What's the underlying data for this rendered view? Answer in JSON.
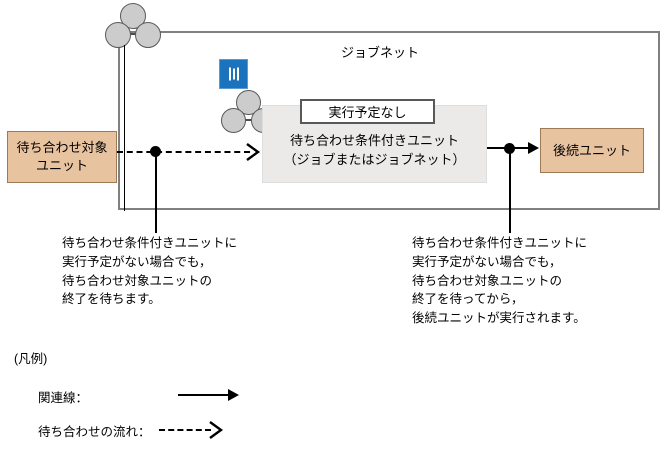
{
  "diagram": {
    "jobnet": {
      "label": "ジョブネット",
      "frame_color": "#808080"
    },
    "units": {
      "wait_target": {
        "label": "待ち合わせ対象\nユニット",
        "fill": "#e8c3a0"
      },
      "conditional": {
        "label": "待ち合わせ条件付きユニット\n（ジョブまたはジョブネット）",
        "fill": "#eceae9"
      },
      "successor": {
        "label": "後続ユニット",
        "fill": "#e8c3a0"
      }
    },
    "callout": {
      "no_schedule": "実行予定なし"
    },
    "icons": {
      "jobnet_icon": "jobnet-three-circles-icon",
      "schedule_icon": "blue-schedule-icon",
      "schedule_icon_color": "#1b72bd"
    },
    "annotations": {
      "left": "待ち合わせ条件付きユニットに\n実行予定がない場合でも，\n待ち合わせ対象ユニットの\n終了を待ちます。",
      "right": "待ち合わせ条件付きユニットに\n実行予定がない場合でも，\n待ち合わせ対象ユニットの\n終了を待ってから，\n後続ユニットが実行されます。"
    },
    "legend": {
      "title": "(凡例)",
      "items": [
        {
          "label": "関連線：",
          "style": "solid-arrow"
        },
        {
          "label": "待ち合わせの流れ：",
          "style": "dashed-arrow"
        }
      ]
    }
  }
}
